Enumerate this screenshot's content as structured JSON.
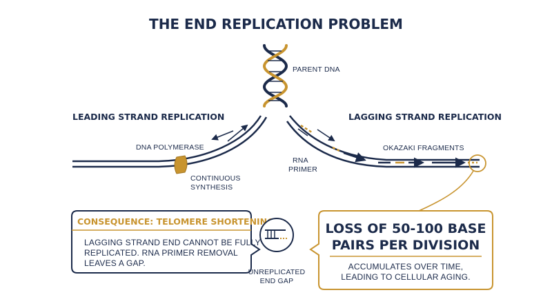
{
  "title": "THE END REPLICATION PROBLEM",
  "labels": {
    "parent_dna": "PARENT DNA",
    "leading": "LEADING STRAND REPLICATION",
    "lagging": "LAGGING STRAND REPLICATION",
    "dna_polymerase": "DNA POLYMERASE",
    "continuous_1": "CONTINUOUS",
    "continuous_2": "SYNTHESIS",
    "rna_1": "RNA",
    "rna_2": "PRIMER",
    "okazaki": "OKAZAKI FRAGMENTS",
    "gap_1": "UNREPLICATED",
    "gap_2": "END GAP"
  },
  "consequence": {
    "title": "CONSEQUENCE: TELOMERE SHORTENING",
    "line1": "LAGGING STRAND END CANNOT BE FULLY",
    "line2": "REPLICATED. RNA PRIMER REMOVAL",
    "line3": "LEAVES A GAP."
  },
  "loss": {
    "line1": "LOSS OF 50-100 BASE",
    "line2": "PAIRS PER DIVISION",
    "sub1": "ACCUMULATES OVER TIME,",
    "sub2": "LEADING TO CELLULAR AGING."
  },
  "colors": {
    "navy": "#1b2a4a",
    "gold": "#c8942f"
  }
}
